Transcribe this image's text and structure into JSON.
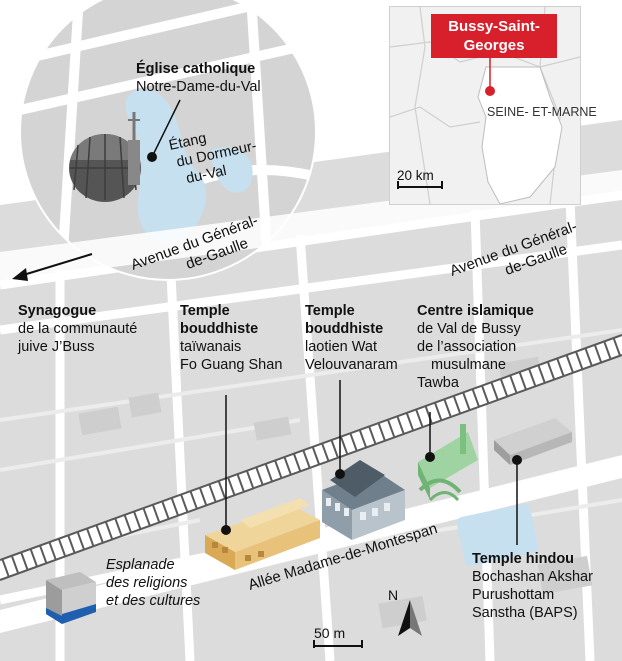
{
  "inset": {
    "city": "Bussy-Saint-Georges",
    "city_lines": [
      "Bussy-Saint-",
      "Georges"
    ],
    "department_lines": [
      "SEINE-",
      "ET-MARNE"
    ],
    "scale_label": "20 km"
  },
  "roads": {
    "avenue_upper_lines": [
      "Avenue du Général-",
      "de-Gaulle"
    ],
    "avenue_right_lines": [
      "Avenue du Général-",
      "de-Gaulle"
    ],
    "allee": "Allée Madame-de-Montespan"
  },
  "water": {
    "etang_lines": [
      "Étang",
      "du Dormeur-",
      "du-Val"
    ]
  },
  "places": {
    "eglise": {
      "title": "Église catholique",
      "lines": [
        "Notre-Dame-du-Val"
      ]
    },
    "synagogue": {
      "title": "Synagogue",
      "lines": [
        "de la communauté",
        "juive J’Buss"
      ]
    },
    "temple_taiwanais": {
      "title_lines": [
        "Temple",
        "bouddhiste"
      ],
      "lines": [
        "taïwanais",
        "Fo Guang Shan"
      ]
    },
    "temple_laotien": {
      "title_lines": [
        "Temple",
        "bouddhiste"
      ],
      "lines": [
        "laotien Wat",
        "Velouvanaram"
      ]
    },
    "centre_islamique": {
      "title": "Centre islamique",
      "lines": [
        "de Val de Bussy",
        "de l’association",
        "musulmane",
        "Tawba"
      ]
    },
    "temple_hindou": {
      "title": "Temple hindou",
      "lines": [
        "Bochashan Akshar",
        "Purushottam",
        "Sanstha (BAPS)"
      ]
    },
    "esplanade": {
      "lines": [
        "Esplanade",
        "des religions",
        "et des cultures"
      ]
    }
  },
  "map": {
    "scale_label": "50 m",
    "north_label": "N"
  },
  "colors": {
    "background": "#ffffff",
    "block": "#dcdcdc",
    "block_circle": "#cfcfcf",
    "water": "#c7e0f0",
    "road": "#ffffff",
    "rail": "#5a5a5a",
    "badge": "#d7202b",
    "synagogue_accent": "#1f5fb0",
    "mosque": "#9fd3a2",
    "temple_tan": "#e8c27a"
  },
  "icons": [
    "arrow-left-icon",
    "north-arrow-icon",
    "location-pin-icon",
    "church-dome-icon"
  ]
}
